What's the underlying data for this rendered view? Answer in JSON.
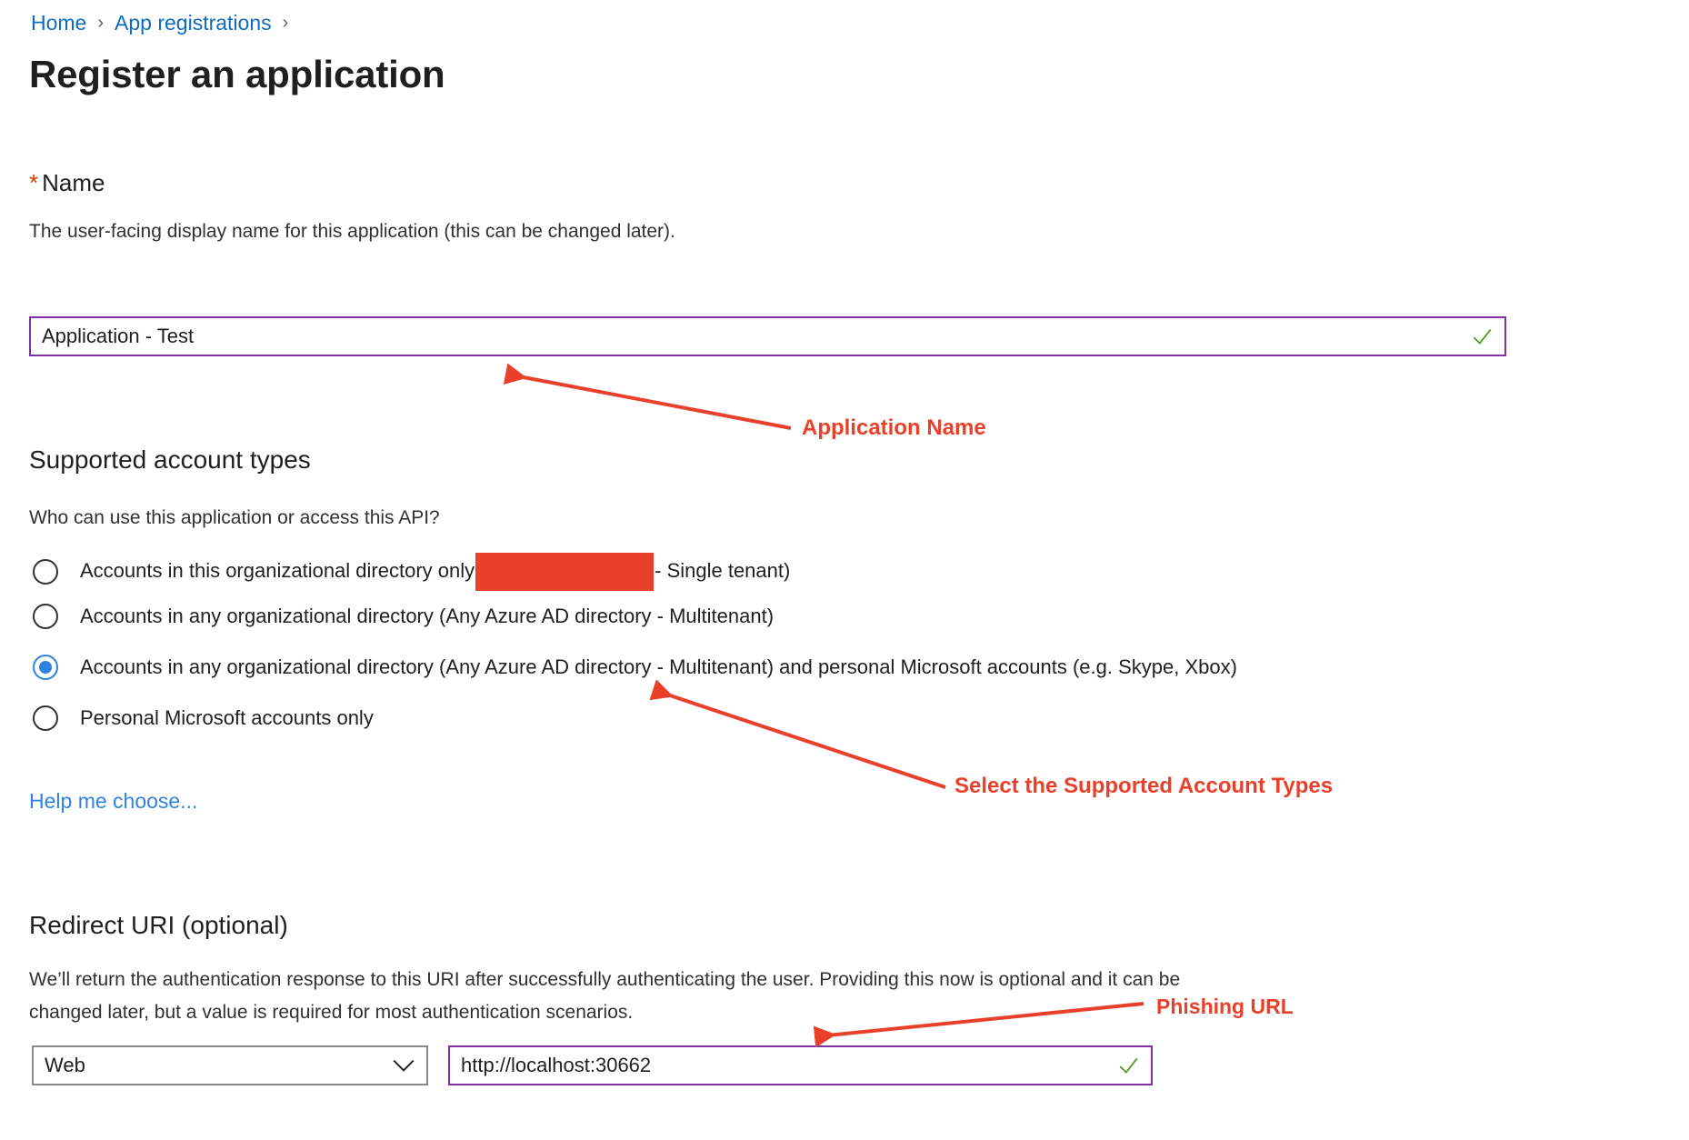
{
  "breadcrumb": {
    "items": [
      {
        "label": "Home"
      },
      {
        "label": "App registrations"
      }
    ],
    "separator": "›"
  },
  "page": {
    "title": "Register an application"
  },
  "name_section": {
    "required_marker": "*",
    "label": "Name",
    "description": "The user-facing display name for this application (this can be changed later).",
    "input_value": "Application - Test",
    "input_placeholder": "",
    "validation_icon": "check-icon",
    "validation_color": "#4a9b1e",
    "border_color": "#8031a7"
  },
  "supported_account_types": {
    "heading": "Supported account types",
    "description": "Who can use this application or access this API?",
    "options": [
      {
        "label_before": "Accounts in this organizational directory only",
        "redacted": true,
        "label_after": "- Single tenant)",
        "selected": false
      },
      {
        "label_before": "Accounts in any organizational directory (Any Azure AD directory - Multitenant)",
        "redacted": false,
        "label_after": "",
        "selected": false
      },
      {
        "label_before": "Accounts in any organizational directory (Any Azure AD directory - Multitenant) and personal Microsoft accounts (e.g. Skype, Xbox)",
        "redacted": false,
        "label_after": "",
        "selected": true
      },
      {
        "label_before": "Personal Microsoft accounts only",
        "redacted": false,
        "label_after": "",
        "selected": false
      }
    ],
    "help_link": "Help me choose...",
    "redaction_color": "#e8402a"
  },
  "redirect_uri": {
    "heading": "Redirect URI (optional)",
    "description_line1": "We’ll return the authentication response to this URI after successfully authenticating the user. Providing this now is optional and it can be",
    "description_line2": "changed later, but a value is required for most authentication scenarios.",
    "type_selected": "Web",
    "type_chevron": "chevron-down-icon",
    "uri_value": "http://localhost:30662",
    "uri_placeholder": "",
    "validation_icon": "check-icon",
    "border_color": "#8031a7"
  },
  "annotations": {
    "color": "#e8402a",
    "items": [
      {
        "text": "Application Name",
        "font_size": "24px"
      },
      {
        "text": "Select the Supported Account Types",
        "font_size": "24px"
      },
      {
        "text": "Phishing URL",
        "font_size": "23px"
      }
    ]
  }
}
